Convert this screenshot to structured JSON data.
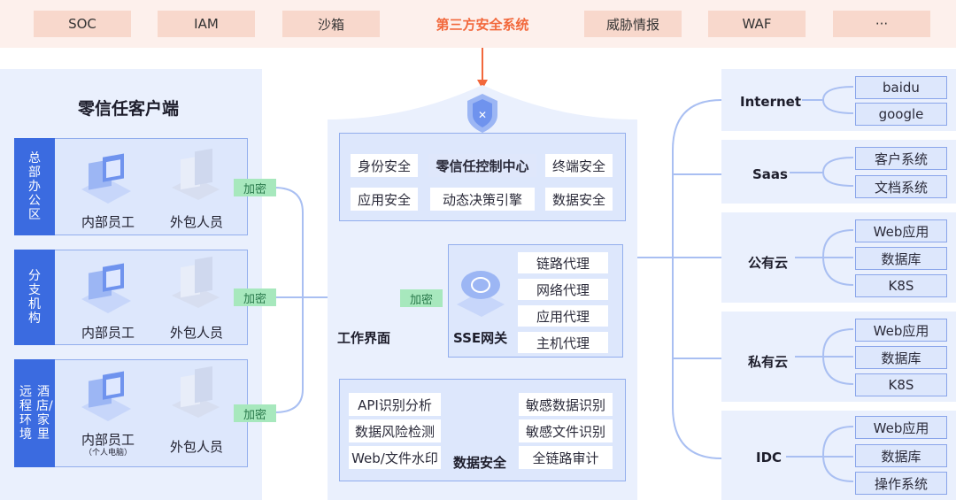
{
  "top_tags": [
    "SOC",
    "IAM",
    "沙箱",
    "第三方安全系统",
    "威胁情报",
    "WAF",
    "···"
  ],
  "client": {
    "title": "零信任客户端",
    "sites": [
      {
        "name": "总部办公区",
        "internal": "内部员工",
        "external": "外包人员"
      },
      {
        "name": "分支机构",
        "internal": "内部员工",
        "external": "外包人员"
      },
      {
        "name": "远程环境\n酒店/家里",
        "internal": "内部员工",
        "internal_note": "（个人电脑）",
        "external": "外包人员"
      }
    ],
    "encrypt": "加密"
  },
  "center": {
    "control": {
      "title": "零信任控制中心",
      "items": [
        "身份安全",
        "终端安全",
        "应用安全",
        "动态决策引擎",
        "数据安全"
      ]
    },
    "workspace": "工作界面",
    "encrypt": "加密",
    "sse": {
      "title": "SSE网关",
      "items": [
        "链路代理",
        "网络代理",
        "应用代理",
        "主机代理"
      ]
    },
    "data_security": {
      "title": "数据安全",
      "left": [
        "API识别分析",
        "数据风险检测",
        "Web/文件水印"
      ],
      "right": [
        "敏感数据识别",
        "敏感文件识别",
        "全链路审计"
      ]
    }
  },
  "destinations": [
    {
      "name": "Internet",
      "items": [
        "baidu",
        "google"
      ]
    },
    {
      "name": "Saas",
      "items": [
        "客户系统",
        "文档系统"
      ]
    },
    {
      "name": "公有云",
      "items": [
        "Web应用",
        "数据库",
        "K8S"
      ]
    },
    {
      "name": "私有云",
      "items": [
        "Web应用",
        "数据库",
        "K8S"
      ]
    },
    {
      "name": "IDC",
      "items": [
        "Web应用",
        "数据库",
        "操作系统"
      ]
    }
  ],
  "colors": {
    "accent_orange": "#f2683c",
    "brand_blue": "#3b6be0",
    "encrypt_green": "#a7e8bd"
  }
}
